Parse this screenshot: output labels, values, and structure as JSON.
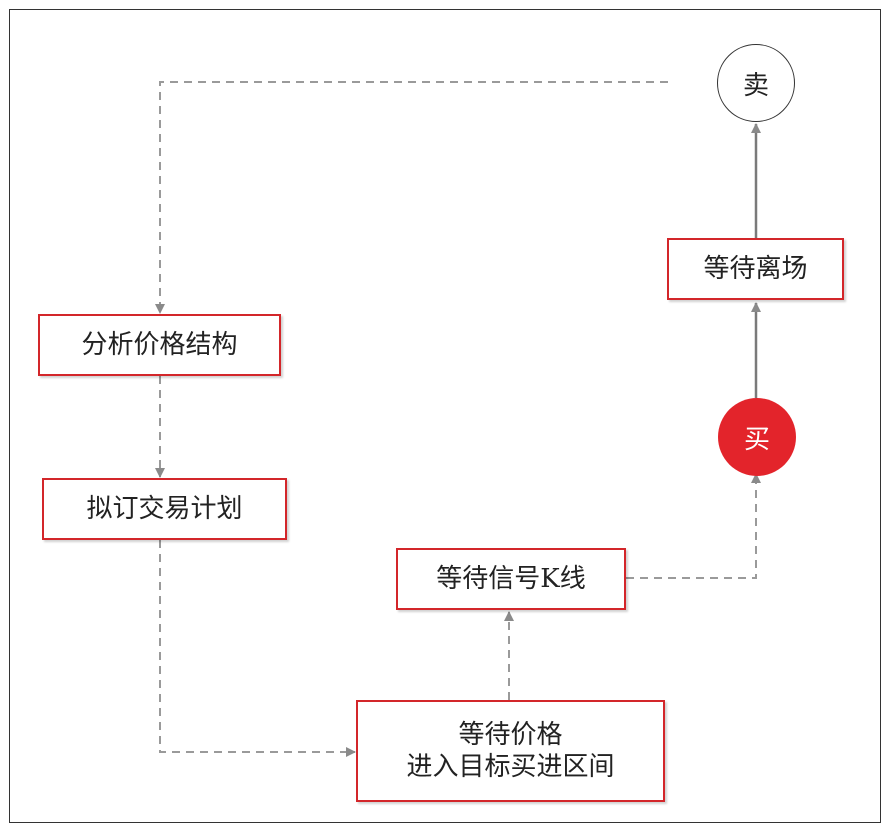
{
  "nodes": {
    "sell": "卖",
    "wait_exit": "等待离场",
    "buy": "买",
    "analyze": "分析价格结构",
    "plan": "拟订交易计划",
    "wait_signal": "等待信号K线",
    "wait_price_line1": "等待价格",
    "wait_price_line2": "进入目标买进区间"
  },
  "colors": {
    "box_border": "#d3262a",
    "buy_fill": "#e3242b",
    "dashed_arrow": "#9a9a9a",
    "solid_arrow": "#7a7a7a"
  }
}
